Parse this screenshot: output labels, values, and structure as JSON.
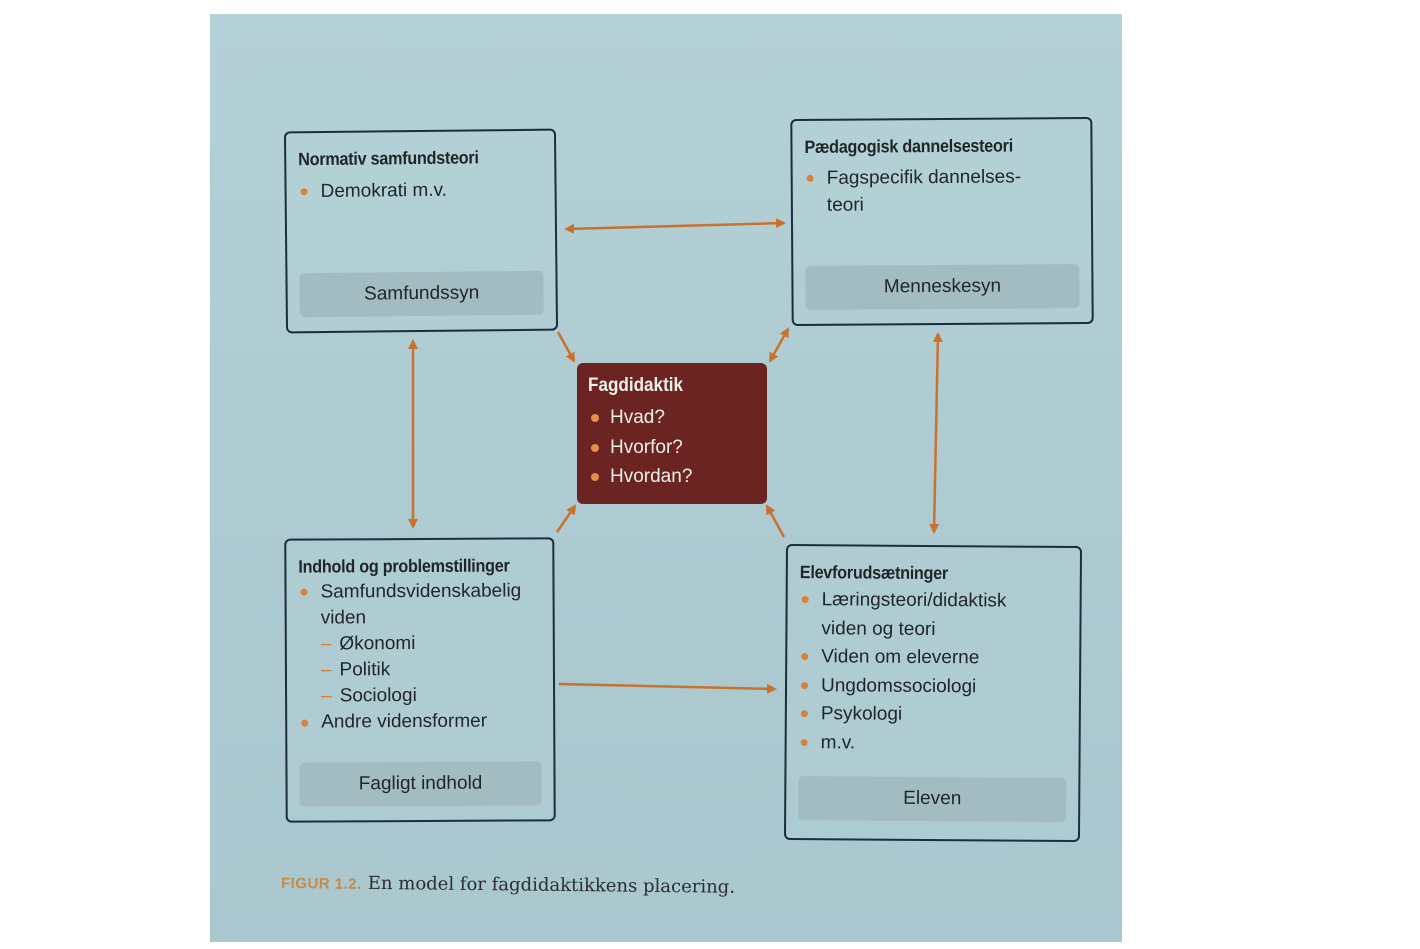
{
  "figure": {
    "colors": {
      "page_background": "#b0cdd3",
      "box_border": "#1d2c40",
      "accent_arrow": "#c9722e",
      "center_fill": "#6b2421",
      "label_bar": "#a3bcc2",
      "bullet": "#d9813a"
    },
    "boxes": {
      "top_left": {
        "title": "Normativ samfundsteori",
        "items": [
          "Demokrati m.v."
        ],
        "label": "Samfundssyn"
      },
      "top_right": {
        "title": "Pædagogisk dannelsesteori",
        "items": [
          "Fagspecifik dannelses-",
          "teori"
        ],
        "label": "Menneskesyn"
      },
      "center": {
        "title": "Fagdidaktik",
        "items": [
          "Hvad?",
          "Hvorfor?",
          "Hvordan?"
        ]
      },
      "bottom_left": {
        "title": "Indhold og problemstillinger",
        "items": [
          "Samfundsvidenskabelig",
          "viden",
          "Økonomi",
          "Politik",
          "Sociologi",
          "Andre vidensformer"
        ],
        "label": "Fagligt indhold"
      },
      "bottom_right": {
        "title": "Elevforudsætninger",
        "items": [
          "Læringsteori/didaktisk",
          "viden og teori",
          "Viden om eleverne",
          "Ungdomssociologi",
          "Psykologi",
          "m.v."
        ],
        "label": "Eleven"
      }
    },
    "sub_item_marker": "–",
    "caption": {
      "label": "FIGUR 1.2.",
      "text": "En model for fagdidaktikkens placering."
    },
    "arrows": [
      {
        "from": "top_left",
        "to": "top_right",
        "direction": "both"
      },
      {
        "from": "top_left",
        "to": "bottom_left",
        "direction": "both"
      },
      {
        "from": "top_right",
        "to": "bottom_right",
        "direction": "both"
      },
      {
        "from": "bottom_left",
        "to": "bottom_right",
        "direction": "forward"
      },
      {
        "from": "top_left",
        "to": "center",
        "direction": "forward"
      },
      {
        "from": "top_right",
        "to": "center",
        "direction": "both"
      },
      {
        "from": "bottom_left",
        "to": "center",
        "direction": "forward"
      },
      {
        "from": "bottom_right",
        "to": "center",
        "direction": "forward"
      }
    ]
  }
}
